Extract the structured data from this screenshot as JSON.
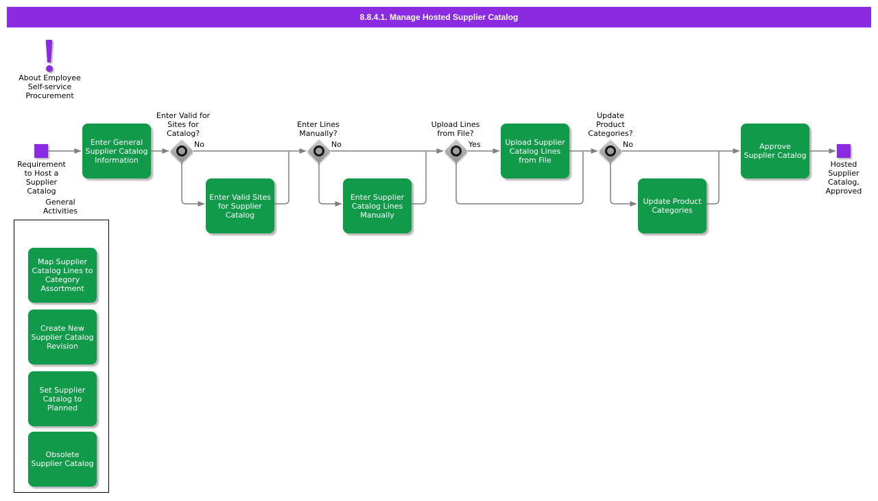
{
  "title": "8.8.4.1. Manage Hosted Supplier Catalog",
  "colors": {
    "banner_purple": "#8a2be2",
    "task_green": "#119a4a",
    "connector_gray": "#7f7f7f",
    "text_black": "#000000",
    "task_text_white": "#ffffff"
  },
  "about": {
    "label": "About Employee\nSelf-service\nProcurement"
  },
  "flow": {
    "start_label": "Requirement\nto Host a\nSupplier\nCatalog",
    "end_label": "Hosted\nSupplier\nCatalog,\nApproved",
    "tasks": {
      "enter_general": "Enter General\nSupplier Catalog\nInformation",
      "enter_valid_sites": "Enter Valid Sites\nfor Supplier\nCatalog",
      "enter_lines_manually": "Enter Supplier\nCatalog Lines\nManually",
      "upload_lines": "Upload Supplier\nCatalog Lines\nfrom File",
      "update_categories": "Update Product\nCategories",
      "approve": "Approve\nSupplier Catalog"
    },
    "decisions": {
      "valid_sites": {
        "question": "Enter Valid for\nSites for\nCatalog?",
        "branch": "No"
      },
      "lines_manually": {
        "question": "Enter Lines\nManually?",
        "branch": "No"
      },
      "upload_file": {
        "question": "Upload Lines\nfrom File?",
        "branch": "Yes"
      },
      "update_categories": {
        "question": "Update\nProduct\nCategories?",
        "branch": "No"
      }
    }
  },
  "general_activities": {
    "label": "General\nActivities",
    "items": [
      "Map Supplier\nCatalog Lines to\nCategory\nAssortment",
      "Create New\nSupplier Catalog\nRevision",
      "Set Supplier\nCatalog to\nPlanned",
      "Obsolete\nSupplier Catalog"
    ]
  }
}
